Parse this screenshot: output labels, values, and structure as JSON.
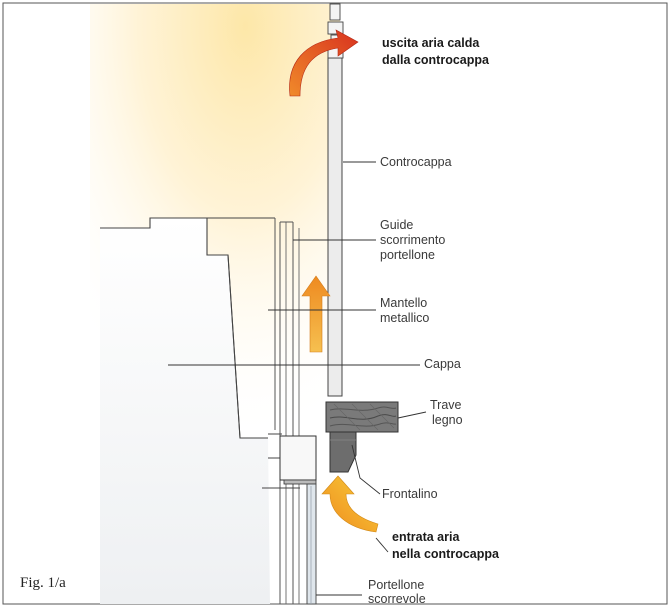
{
  "figure": {
    "caption": "Fig. 1/a",
    "labels": {
      "hot_air_out_line1": "uscita aria calda",
      "hot_air_out_line2": "dalla controcappa",
      "controcappa": "Controcappa",
      "guide_line1": "Guide",
      "guide_line2": "scorrimento",
      "guide_line3": "portellone",
      "mantello_line1": "Mantello",
      "mantello_line2": "metallico",
      "cappa": "Cappa",
      "trave_line1": "Trave",
      "trave_line2": "legno",
      "frontalino": "Frontalino",
      "air_in_line1": "entrata aria",
      "air_in_line2": "nella controcappa",
      "portellone_line1": "Portellone",
      "portellone_line2": "scorrevole"
    },
    "icons": {
      "hot_air_arrow": "red-curved-arrow-icon",
      "inlet_arrow": "yellow-curved-arrow-icon",
      "rising_air_arrow": "orange-up-arrow-icon"
    },
    "colors": {
      "hot_air_arrow": "#d8321f",
      "inlet_arrow": "#f2b01e",
      "rising_air_arrow": "#f0a030",
      "warm_glow": "#fde7a8",
      "wood_beam": "#777777"
    }
  }
}
